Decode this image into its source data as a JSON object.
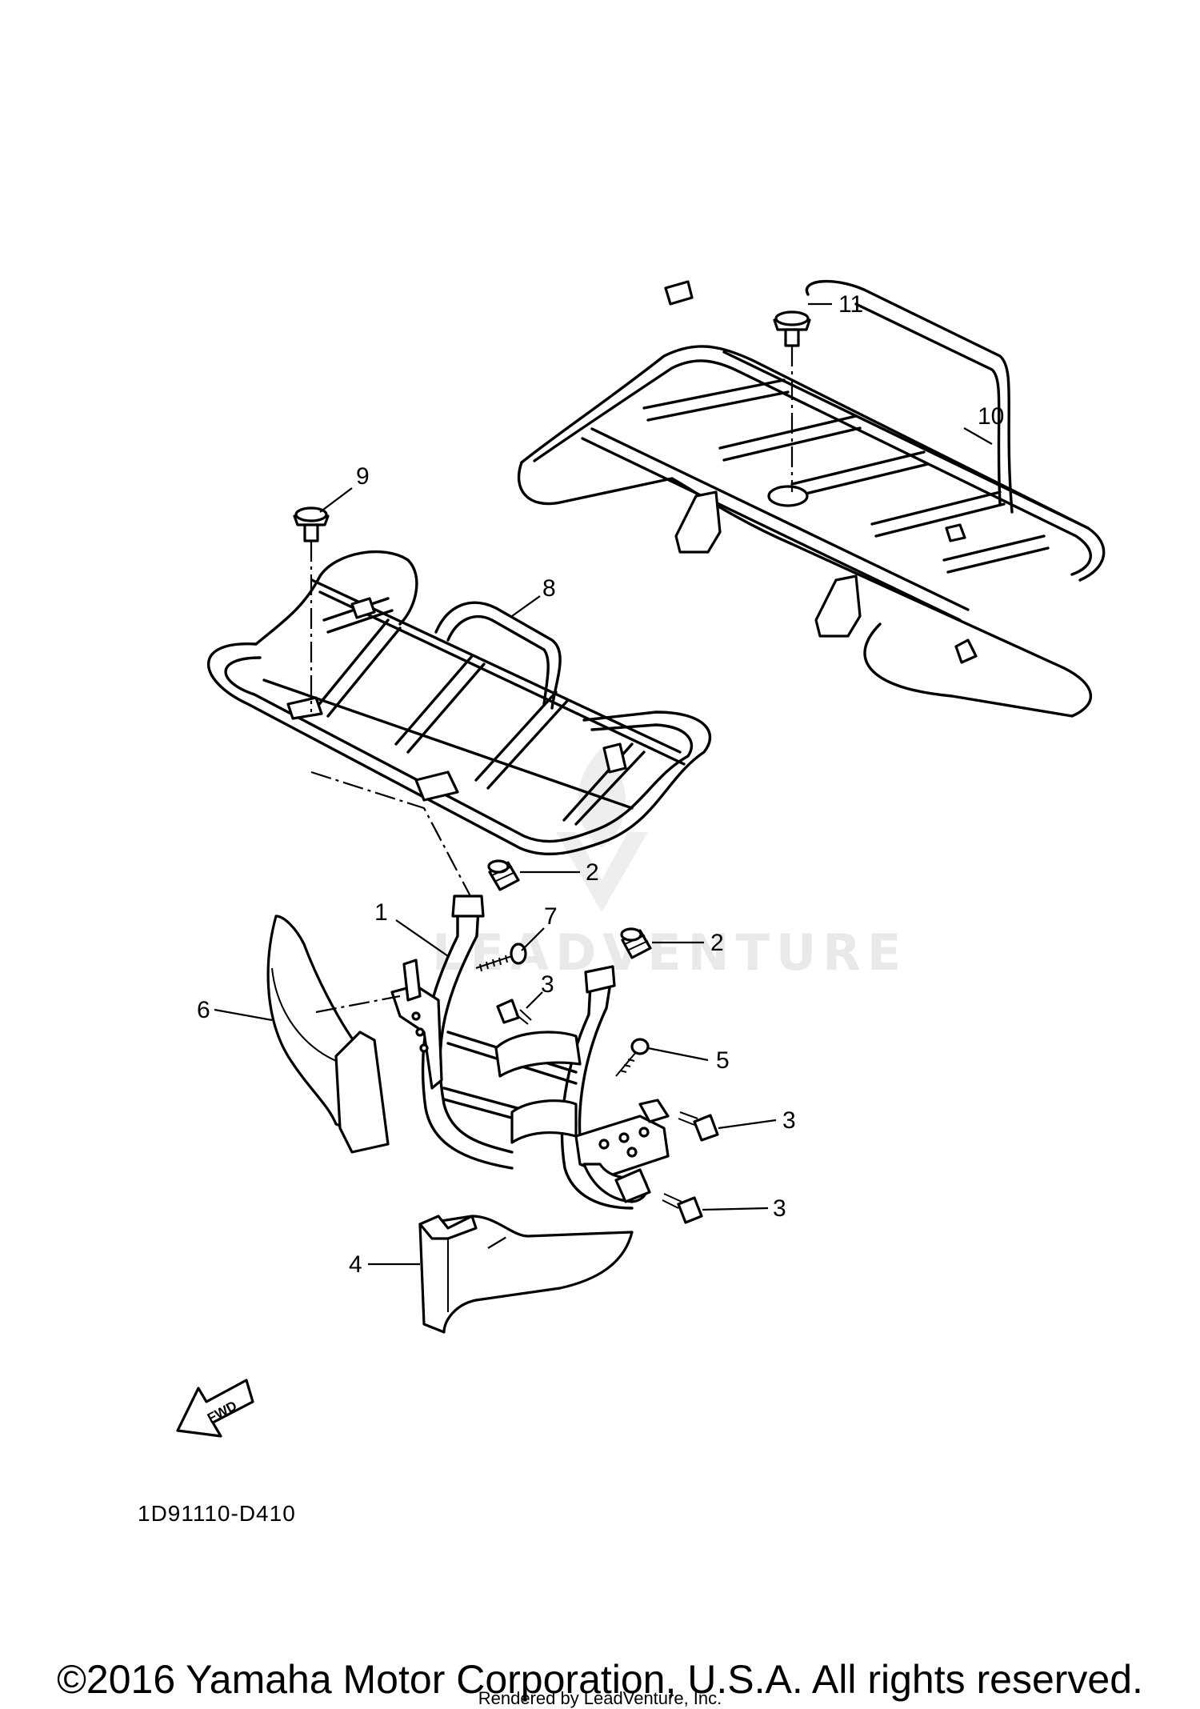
{
  "diagram": {
    "code": "1D91110-D410",
    "fwd_label": "FWD",
    "copyright": "©2016 Yamaha Motor Corporation, U.S.A. All rights reserved.",
    "rendered_by": "Rendered by LeadVenture, Inc.",
    "watermark": "LEADVENTURE",
    "callouts": [
      "1",
      "2",
      "2",
      "3",
      "3",
      "3",
      "4",
      "5",
      "6",
      "7",
      "8",
      "9",
      "10",
      "11"
    ]
  }
}
